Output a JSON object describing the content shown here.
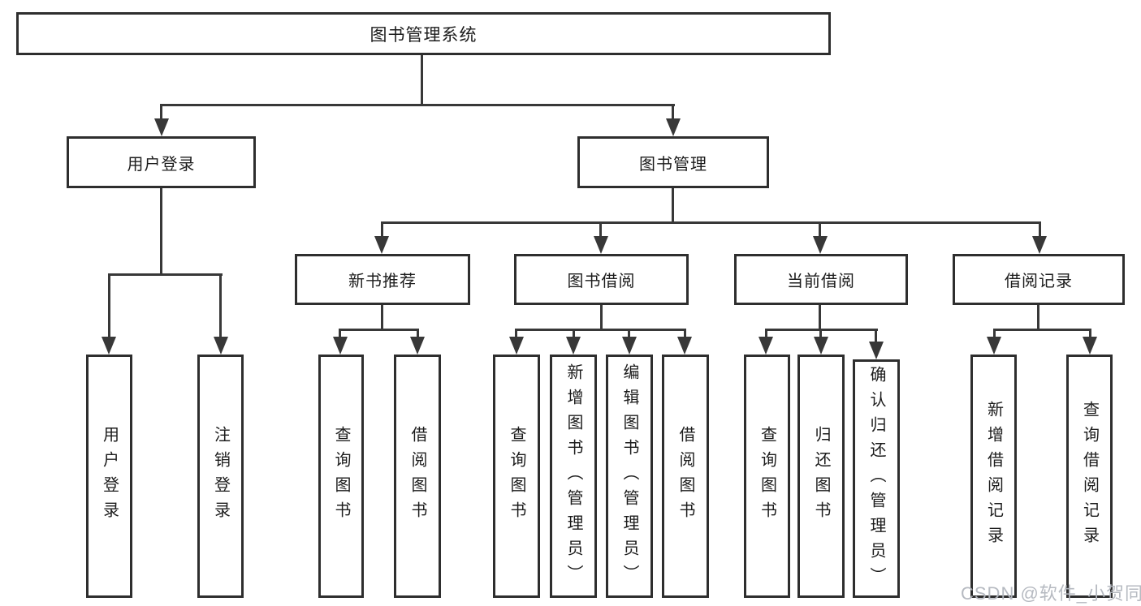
{
  "title": "图书管理系统",
  "level2": [
    "用户登录",
    "图书管理"
  ],
  "level3": [
    "新书推荐",
    "图书借阅",
    "当前借阅",
    "借阅记录"
  ],
  "leaves": {
    "login": [
      "用户登录",
      "注销登录"
    ],
    "recommend": [
      "查询图书",
      "借阅图书"
    ],
    "borrow": [
      "查询图书",
      "新增图书（管理员）",
      "编辑图书（管理员）",
      "借阅图书"
    ],
    "current": [
      "查询图书",
      "归还图书",
      "确认归还（管理员）"
    ],
    "records": [
      "新增借阅记录",
      "查询借阅记录"
    ]
  },
  "watermark": "CSDN @软件_小贺同学",
  "colors": {
    "box_border": "#2e2e2e",
    "line": "#383838",
    "text": "#1c1c1c",
    "background": "#ffffff",
    "watermark": "#b2b6be"
  }
}
